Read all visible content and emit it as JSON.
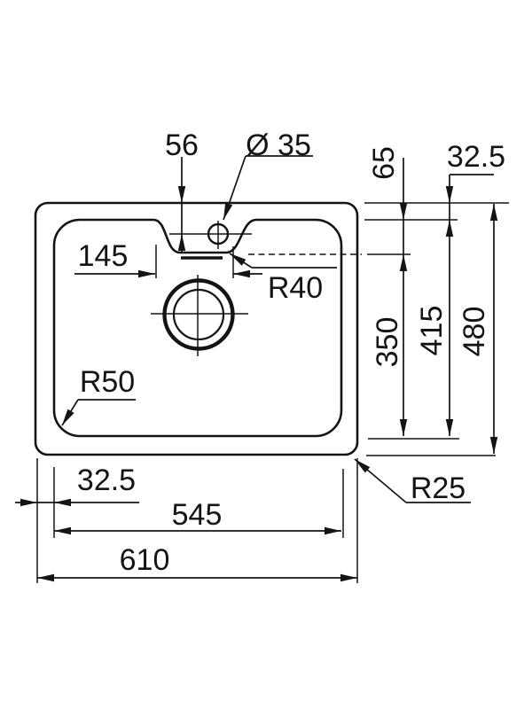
{
  "drawing": {
    "subject": "Kitchen sink technical dimension drawing, top view",
    "colors": {
      "line": "#141414",
      "background": "#ffffff"
    }
  },
  "labels": {
    "dim_56": "56",
    "dim_diameter_35": "Ø 35",
    "dim_65": "65",
    "dim_32_5_top": "32.5",
    "dim_145": "145",
    "dim_r40": "R40",
    "dim_350": "350",
    "dim_415": "415",
    "dim_480": "480",
    "dim_r50": "R50",
    "dim_32_5_left": "32.5",
    "dim_545": "545",
    "dim_610": "610",
    "dim_r25": "R25"
  }
}
